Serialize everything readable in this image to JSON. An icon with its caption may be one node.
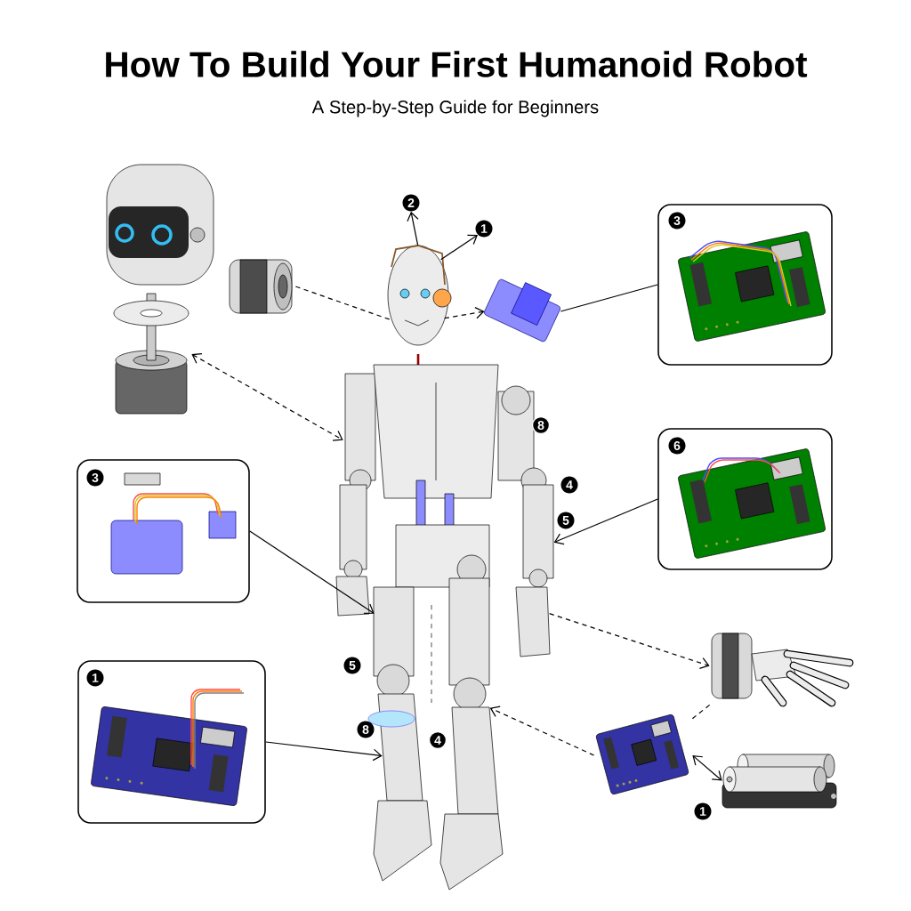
{
  "diagram": {
    "title": "How To Build Your First Humanoid Robot",
    "nodes": [
      {
        "text": [],
        "shape": "picture"
      },
      {
        "text": [],
        "shape": "picture"
      },
      {
        "text": [
          "2"
        ]
      },
      {
        "text": [
          "1"
        ]
      },
      {
        "text": [],
        "shape": "picture"
      },
      {
        "text": [],
        "shape": "picture"
      },
      {
        "text": [],
        "shape": "picture"
      },
      {
        "text": [],
        "shape": "picture"
      },
      {
        "text": [
          "3"
        ]
      },
      {
        "text": [
          "6"
        ]
      },
      {
        "text": [
          "3"
        ]
      },
      {
        "text": [
          "1"
        ]
      },
      {
        "text": [],
        "shape": "picture"
      },
      {
        "text": [],
        "shape": "picture"
      },
      {
        "text": [],
        "shape": "picture"
      },
      {
        "text": [
          "8"
        ],
        "in": 1
      },
      {
        "text": [
          "4"
        ]
      },
      {
        "text": [
          "5"
        ]
      },
      {
        "text": [
          "5"
        ]
      },
      {
        "text": [
          "8"
        ]
      },
      {
        "text": [
          "4"
        ],
        "in": 22
      },
      {
        "text": [
          "1"
        ]
      },
      {
        "text": [],
        "shape": "picture"
      }
    ],
    "edges": [
      {
        "from": 5,
        "to": 0,
        "arrow": "none",
        "style": "dashed"
      },
      {
        "from": 0,
        "to": 7,
        "arrow": "to",
        "style": "dashed"
      },
      {
        "from": 7,
        "to": 8,
        "arrow": "none"
      },
      {
        "from": 6,
        "to": 1,
        "arrow": "both",
        "style": "dashed"
      },
      {
        "from": 9,
        "to": 1,
        "arrow": "to"
      },
      {
        "from": 10,
        "to": 22,
        "arrow": "to"
      },
      {
        "from": 11,
        "to": 22,
        "arrow": "to"
      },
      {
        "from": 1,
        "to": 12,
        "arrow": "to",
        "style": "dashed"
      },
      {
        "from": 13,
        "to": 22,
        "arrow": "to",
        "style": "dashed"
      },
      {
        "from": 13,
        "to": 12,
        "arrow": "none",
        "style": "dashed"
      },
      {
        "from": 13,
        "to": 14,
        "arrow": "both"
      },
      {
        "from": 0,
        "to": 2,
        "arrow": "to"
      },
      {
        "from": 0,
        "to": 3,
        "arrow": "to"
      }
    ],
    "labels": [
      "A Step-by-Step Guide for Beginners"
    ]
  }
}
